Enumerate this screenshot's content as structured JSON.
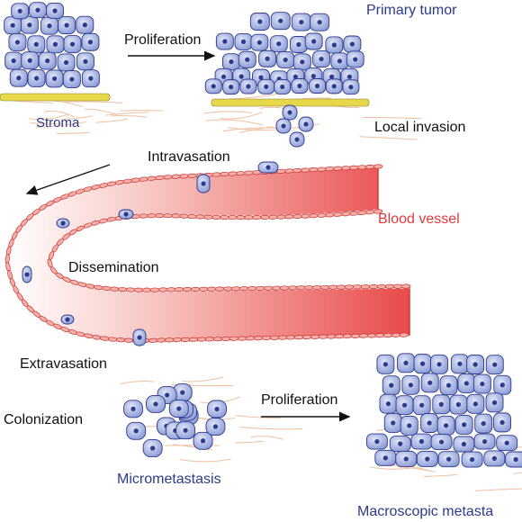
{
  "labels": {
    "primary_tumor": "Primary tumor",
    "proliferation_top": "Proliferation",
    "stroma": "Stroma",
    "local_invasion": "Local invasion",
    "intravasation": "Intravasation",
    "blood_vessel": "Blood vessel",
    "dissemination": "Dissemination",
    "extravasation": "Extravasation",
    "colonization": "Colonization",
    "proliferation_bottom": "Proliferation",
    "micrometastasis": "Micrometastasis",
    "macroscopic_metastasis": "Macroscopic metasta"
  },
  "colors": {
    "cell_fill": "#9aa9dc",
    "cell_stroke": "#2e3a8c",
    "nucleus": "#2e3a8c",
    "vessel": "#e84a4a",
    "stroma_fiber": "#f0c0a0",
    "stroma_yellow": "#e6d84a",
    "label_blue": "#2e3a8c",
    "label_red": "#e23a3a"
  }
}
